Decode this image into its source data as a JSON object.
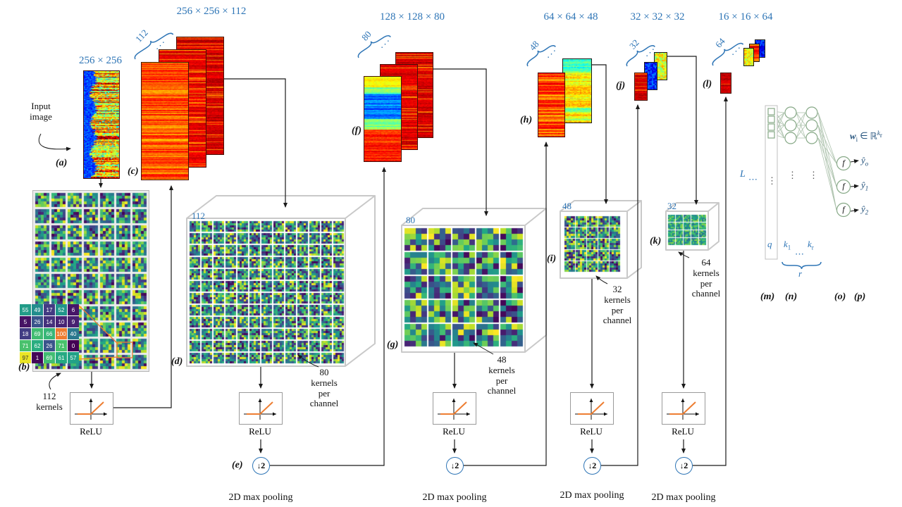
{
  "top_labels": {
    "input": "256 × 256",
    "conv1": "256 × 256 × 112",
    "conv2": "128 × 128 × 80",
    "conv3": "64 × 64 × 48",
    "conv4": "32 × 32 × 32",
    "conv5": "16 × 16 × 64"
  },
  "annotations": {
    "input": "Input\nimage",
    "kernels_b": "112\nkernels",
    "kernels_d": "80\nkernels\nper\nchannel",
    "kernels_g": "48\nkernels\nper\nchannel",
    "kernels_i": "32\nkernels\nper\nchannel",
    "kernels_k": "64\nkernels\nper\nchannel"
  },
  "letters": {
    "a": "(a)",
    "b": "(b)",
    "c": "(c)",
    "d": "(d)",
    "e": "(e)",
    "f": "(f)",
    "g": "(g)",
    "h": "(h)",
    "i": "(i)",
    "j": "(j)",
    "k": "(k)",
    "l": "(l)",
    "m": "(m)",
    "n": "(n)",
    "o": "(o)",
    "p": "(p)"
  },
  "stack_counts": {
    "c": "112",
    "f": "80",
    "h": "48",
    "j": "32",
    "l": "64"
  },
  "cube_channels": {
    "d": "112",
    "g": "80",
    "i": "48",
    "k": "32"
  },
  "relu": {
    "label": "ReLU"
  },
  "pooling": {
    "arrow": "↓",
    "factor": "2",
    "label": "2D max pooling"
  },
  "dots": {
    "diag": "⋰",
    "vert": "⋮",
    "horiz": "⋯"
  },
  "magnified_kernel": {
    "values": [
      [
        55,
        49,
        17,
        52,
        6
      ],
      [
        5,
        26,
        14,
        10,
        9
      ],
      [
        18,
        69,
        66,
        100,
        40
      ],
      [
        71,
        62,
        26,
        71,
        0
      ],
      [
        97,
        1,
        69,
        61,
        57
      ]
    ],
    "highlight_value": 100
  },
  "fc": {
    "L": "L",
    "q": "q",
    "k1": {
      "base": "k",
      "sub": "1"
    },
    "kr": {
      "base": "k",
      "sub": "r"
    },
    "r": "r",
    "f": "f",
    "weight": {
      "w": "w",
      "i": "i",
      "element_of": "∈",
      "set": "ℝ",
      "sup_base": "k",
      "sup_sub": "r"
    },
    "outputs": [
      {
        "base": "ŷ",
        "sub": "o"
      },
      {
        "base": "ŷ",
        "sub": "1"
      },
      {
        "base": "ŷ",
        "sub": "2"
      }
    ]
  },
  "colors": {
    "accent_blue": "#2E75B6",
    "orange": "#ED7D31",
    "output_text": "#1F4E79"
  }
}
